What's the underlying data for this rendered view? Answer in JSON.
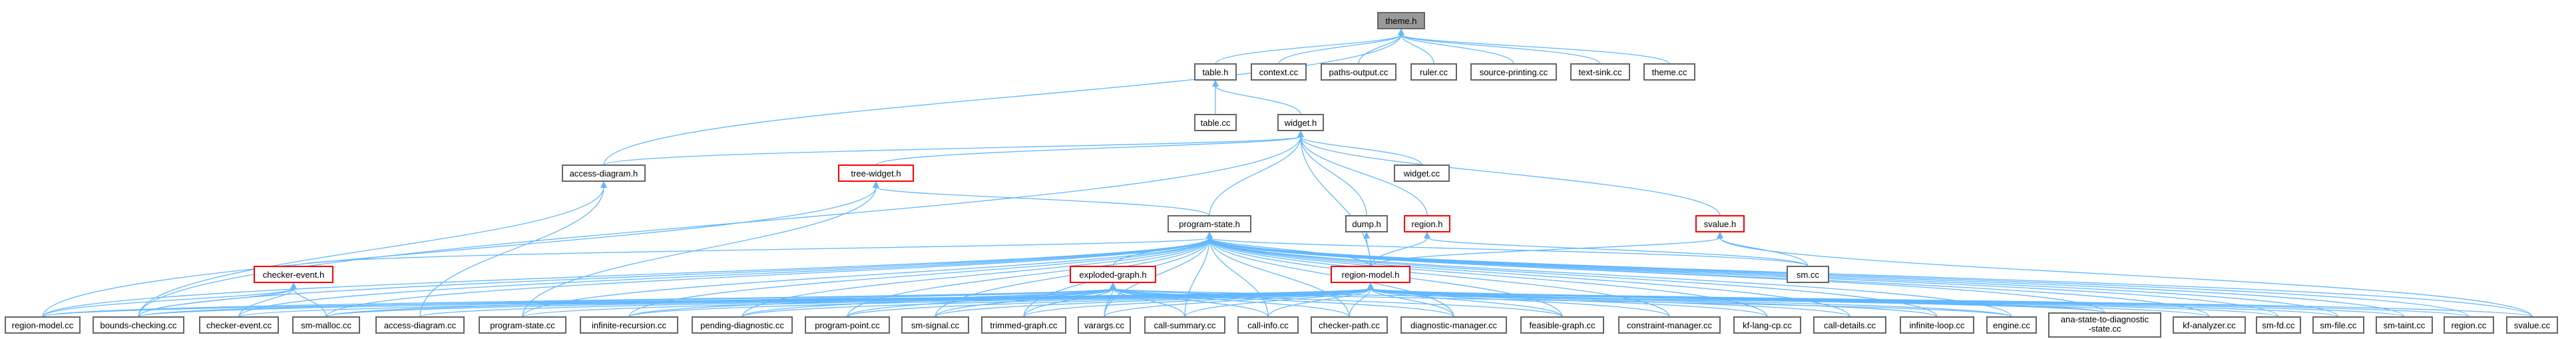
{
  "diagram": {
    "colors": {
      "edge": "#63b8ff",
      "node_border": "#666666",
      "node_border_truncated": "#ff0000",
      "root_fill": "#999999",
      "node_fill": "#ffffff"
    },
    "nodes": [
      {
        "id": "theme_h",
        "label": "theme.h",
        "root": true
      },
      {
        "id": "table_h",
        "label": "table.h"
      },
      {
        "id": "context_cc",
        "label": "context.cc"
      },
      {
        "id": "paths_output_cc",
        "label": "paths-output.cc"
      },
      {
        "id": "ruler_cc",
        "label": "ruler.cc"
      },
      {
        "id": "source_printing_cc",
        "label": "source-printing.cc"
      },
      {
        "id": "text_sink_cc",
        "label": "text-sink.cc"
      },
      {
        "id": "theme_cc",
        "label": "theme.cc"
      },
      {
        "id": "table_cc",
        "label": "table.cc"
      },
      {
        "id": "widget_h",
        "label": "widget.h"
      },
      {
        "id": "access_diagram_h",
        "label": "access-diagram.h"
      },
      {
        "id": "tree_widget_h",
        "label": "tree-widget.h",
        "truncated": true
      },
      {
        "id": "widget_cc",
        "label": "widget.cc"
      },
      {
        "id": "program_state_h",
        "label": "program-state.h"
      },
      {
        "id": "dump_h",
        "label": "dump.h"
      },
      {
        "id": "region_h",
        "label": "region.h",
        "truncated": true
      },
      {
        "id": "svalue_h",
        "label": "svalue.h",
        "truncated": true
      },
      {
        "id": "checker_event_h",
        "label": "checker-event.h",
        "truncated": true
      },
      {
        "id": "exploded_graph_h",
        "label": "exploded-graph.h",
        "truncated": true
      },
      {
        "id": "region_model_h",
        "label": "region-model.h",
        "truncated": true
      },
      {
        "id": "sm_cc",
        "label": "sm.cc"
      },
      {
        "id": "region_model_cc",
        "label": "region-model.cc"
      },
      {
        "id": "bounds_checking_cc",
        "label": "bounds-checking.cc"
      },
      {
        "id": "checker_event_cc",
        "label": "checker-event.cc"
      },
      {
        "id": "sm_malloc_cc",
        "label": "sm-malloc.cc"
      },
      {
        "id": "access_diagram_cc",
        "label": "access-diagram.cc"
      },
      {
        "id": "program_state_cc",
        "label": "program-state.cc"
      },
      {
        "id": "infinite_recursion_cc",
        "label": "infinite-recursion.cc"
      },
      {
        "id": "pending_diagnostic_cc",
        "label": "pending-diagnostic.cc"
      },
      {
        "id": "program_point_cc",
        "label": "program-point.cc"
      },
      {
        "id": "sm_signal_cc",
        "label": "sm-signal.cc"
      },
      {
        "id": "trimmed_graph_cc",
        "label": "trimmed-graph.cc"
      },
      {
        "id": "varargs_cc",
        "label": "varargs.cc"
      },
      {
        "id": "call_summary_cc",
        "label": "call-summary.cc"
      },
      {
        "id": "call_info_cc",
        "label": "call-info.cc"
      },
      {
        "id": "checker_path_cc",
        "label": "checker-path.cc"
      },
      {
        "id": "diagnostic_manager_cc",
        "label": "diagnostic-manager.cc"
      },
      {
        "id": "feasible_graph_cc",
        "label": "feasible-graph.cc"
      },
      {
        "id": "constraint_manager_cc",
        "label": "constraint-manager.cc"
      },
      {
        "id": "kf_lang_cp_cc",
        "label": "kf-lang-cp.cc"
      },
      {
        "id": "call_details_cc",
        "label": "call-details.cc"
      },
      {
        "id": "infinite_loop_cc",
        "label": "infinite-loop.cc"
      },
      {
        "id": "engine_cc",
        "label": "engine.cc"
      },
      {
        "id": "ana_state_cc",
        "label": "ana-state-to-diagnostic",
        "label2": "-state.cc"
      },
      {
        "id": "kf_analyzer_cc",
        "label": "kf-analyzer.cc"
      },
      {
        "id": "sm_fd_cc",
        "label": "sm-fd.cc"
      },
      {
        "id": "sm_file_cc",
        "label": "sm-file.cc"
      },
      {
        "id": "sm_taint_cc",
        "label": "sm-taint.cc"
      },
      {
        "id": "region_cc",
        "label": "region.cc"
      },
      {
        "id": "svalue_cc",
        "label": "svalue.cc"
      }
    ],
    "edges": [
      [
        "table_h",
        "theme_h"
      ],
      [
        "context_cc",
        "theme_h"
      ],
      [
        "paths_output_cc",
        "theme_h"
      ],
      [
        "ruler_cc",
        "theme_h"
      ],
      [
        "source_printing_cc",
        "theme_h"
      ],
      [
        "text_sink_cc",
        "theme_h"
      ],
      [
        "theme_cc",
        "theme_h"
      ],
      [
        "access_diagram_h",
        "theme_h"
      ],
      [
        "table_cc",
        "table_h"
      ],
      [
        "widget_h",
        "table_h"
      ],
      [
        "access_diagram_h",
        "widget_h"
      ],
      [
        "tree_widget_h",
        "widget_h"
      ],
      [
        "widget_cc",
        "widget_h"
      ],
      [
        "program_state_h",
        "widget_h"
      ],
      [
        "dump_h",
        "widget_h"
      ],
      [
        "region_h",
        "widget_h"
      ],
      [
        "svalue_h",
        "widget_h"
      ],
      [
        "region_model_h",
        "widget_h"
      ],
      [
        "bounds_checking_cc",
        "widget_h"
      ],
      [
        "access_diagram_cc",
        "access_diagram_h"
      ],
      [
        "bounds_checking_cc",
        "access_diagram_h"
      ],
      [
        "program_state_h",
        "tree_widget_h"
      ],
      [
        "region_model_cc",
        "tree_widget_h"
      ],
      [
        "program_state_cc",
        "tree_widget_h"
      ],
      [
        "region_model_h",
        "dump_h"
      ],
      [
        "region_model_h",
        "region_h"
      ],
      [
        "region_model_h",
        "svalue_h"
      ],
      [
        "sm_cc",
        "svalue_h"
      ],
      [
        "svalue_cc",
        "svalue_h"
      ],
      [
        "sm_cc",
        "region_h"
      ],
      [
        "checker_event_h",
        "program_state_h"
      ],
      [
        "exploded_graph_h",
        "program_state_h"
      ],
      [
        "region_model_h",
        "program_state_h"
      ],
      [
        "sm_cc",
        "program_state_h"
      ],
      [
        "region_model_cc",
        "program_state_h"
      ],
      [
        "bounds_checking_cc",
        "program_state_h"
      ],
      [
        "checker_event_cc",
        "program_state_h"
      ],
      [
        "sm_malloc_cc",
        "program_state_h"
      ],
      [
        "program_state_cc",
        "program_state_h"
      ],
      [
        "infinite_recursion_cc",
        "program_state_h"
      ],
      [
        "pending_diagnostic_cc",
        "program_state_h"
      ],
      [
        "program_point_cc",
        "program_state_h"
      ],
      [
        "sm_signal_cc",
        "program_state_h"
      ],
      [
        "trimmed_graph_cc",
        "program_state_h"
      ],
      [
        "varargs_cc",
        "program_state_h"
      ],
      [
        "call_summary_cc",
        "program_state_h"
      ],
      [
        "call_info_cc",
        "program_state_h"
      ],
      [
        "checker_path_cc",
        "program_state_h"
      ],
      [
        "diagnostic_manager_cc",
        "program_state_h"
      ],
      [
        "feasible_graph_cc",
        "program_state_h"
      ],
      [
        "constraint_manager_cc",
        "program_state_h"
      ],
      [
        "kf_lang_cp_cc",
        "program_state_h"
      ],
      [
        "call_details_cc",
        "program_state_h"
      ],
      [
        "infinite_loop_cc",
        "program_state_h"
      ],
      [
        "engine_cc",
        "program_state_h"
      ],
      [
        "ana_state_cc",
        "program_state_h"
      ],
      [
        "kf_analyzer_cc",
        "program_state_h"
      ],
      [
        "sm_fd_cc",
        "program_state_h"
      ],
      [
        "sm_file_cc",
        "program_state_h"
      ],
      [
        "sm_taint_cc",
        "program_state_h"
      ],
      [
        "region_cc",
        "program_state_h"
      ],
      [
        "svalue_cc",
        "program_state_h"
      ],
      [
        "region_model_cc",
        "checker_event_h"
      ],
      [
        "checker_event_cc",
        "checker_event_h"
      ],
      [
        "sm_malloc_cc",
        "checker_event_h"
      ],
      [
        "bounds_checking_cc",
        "checker_event_h"
      ],
      [
        "region_model_cc",
        "exploded_graph_h"
      ],
      [
        "bounds_checking_cc",
        "exploded_graph_h"
      ],
      [
        "sm_malloc_cc",
        "exploded_graph_h"
      ],
      [
        "infinite_recursion_cc",
        "exploded_graph_h"
      ],
      [
        "pending_diagnostic_cc",
        "exploded_graph_h"
      ],
      [
        "program_point_cc",
        "exploded_graph_h"
      ],
      [
        "sm_signal_cc",
        "exploded_graph_h"
      ],
      [
        "trimmed_graph_cc",
        "exploded_graph_h"
      ],
      [
        "varargs_cc",
        "exploded_graph_h"
      ],
      [
        "call_summary_cc",
        "exploded_graph_h"
      ],
      [
        "call_info_cc",
        "exploded_graph_h"
      ],
      [
        "checker_path_cc",
        "exploded_graph_h"
      ],
      [
        "diagnostic_manager_cc",
        "exploded_graph_h"
      ],
      [
        "feasible_graph_cc",
        "exploded_graph_h"
      ],
      [
        "engine_cc",
        "exploded_graph_h"
      ],
      [
        "ana_state_cc",
        "exploded_graph_h"
      ],
      [
        "region_model_cc",
        "region_model_h"
      ],
      [
        "bounds_checking_cc",
        "region_model_h"
      ],
      [
        "checker_event_cc",
        "region_model_h"
      ],
      [
        "sm_malloc_cc",
        "region_model_h"
      ],
      [
        "access_diagram_cc",
        "region_model_h"
      ],
      [
        "program_state_cc",
        "region_model_h"
      ],
      [
        "infinite_recursion_cc",
        "region_model_h"
      ],
      [
        "pending_diagnostic_cc",
        "region_model_h"
      ],
      [
        "program_point_cc",
        "region_model_h"
      ],
      [
        "sm_signal_cc",
        "region_model_h"
      ],
      [
        "trimmed_graph_cc",
        "region_model_h"
      ],
      [
        "varargs_cc",
        "region_model_h"
      ],
      [
        "call_summary_cc",
        "region_model_h"
      ],
      [
        "call_info_cc",
        "region_model_h"
      ],
      [
        "checker_path_cc",
        "region_model_h"
      ],
      [
        "diagnostic_manager_cc",
        "region_model_h"
      ],
      [
        "feasible_graph_cc",
        "region_model_h"
      ],
      [
        "constraint_manager_cc",
        "region_model_h"
      ],
      [
        "kf_lang_cp_cc",
        "region_model_h"
      ],
      [
        "call_details_cc",
        "region_model_h"
      ],
      [
        "infinite_loop_cc",
        "region_model_h"
      ],
      [
        "engine_cc",
        "region_model_h"
      ],
      [
        "ana_state_cc",
        "region_model_h"
      ],
      [
        "kf_analyzer_cc",
        "region_model_h"
      ],
      [
        "sm_fd_cc",
        "region_model_h"
      ],
      [
        "sm_file_cc",
        "region_model_h"
      ],
      [
        "sm_taint_cc",
        "region_model_h"
      ],
      [
        "region_cc",
        "region_model_h"
      ],
      [
        "svalue_cc",
        "region_model_h"
      ]
    ]
  }
}
